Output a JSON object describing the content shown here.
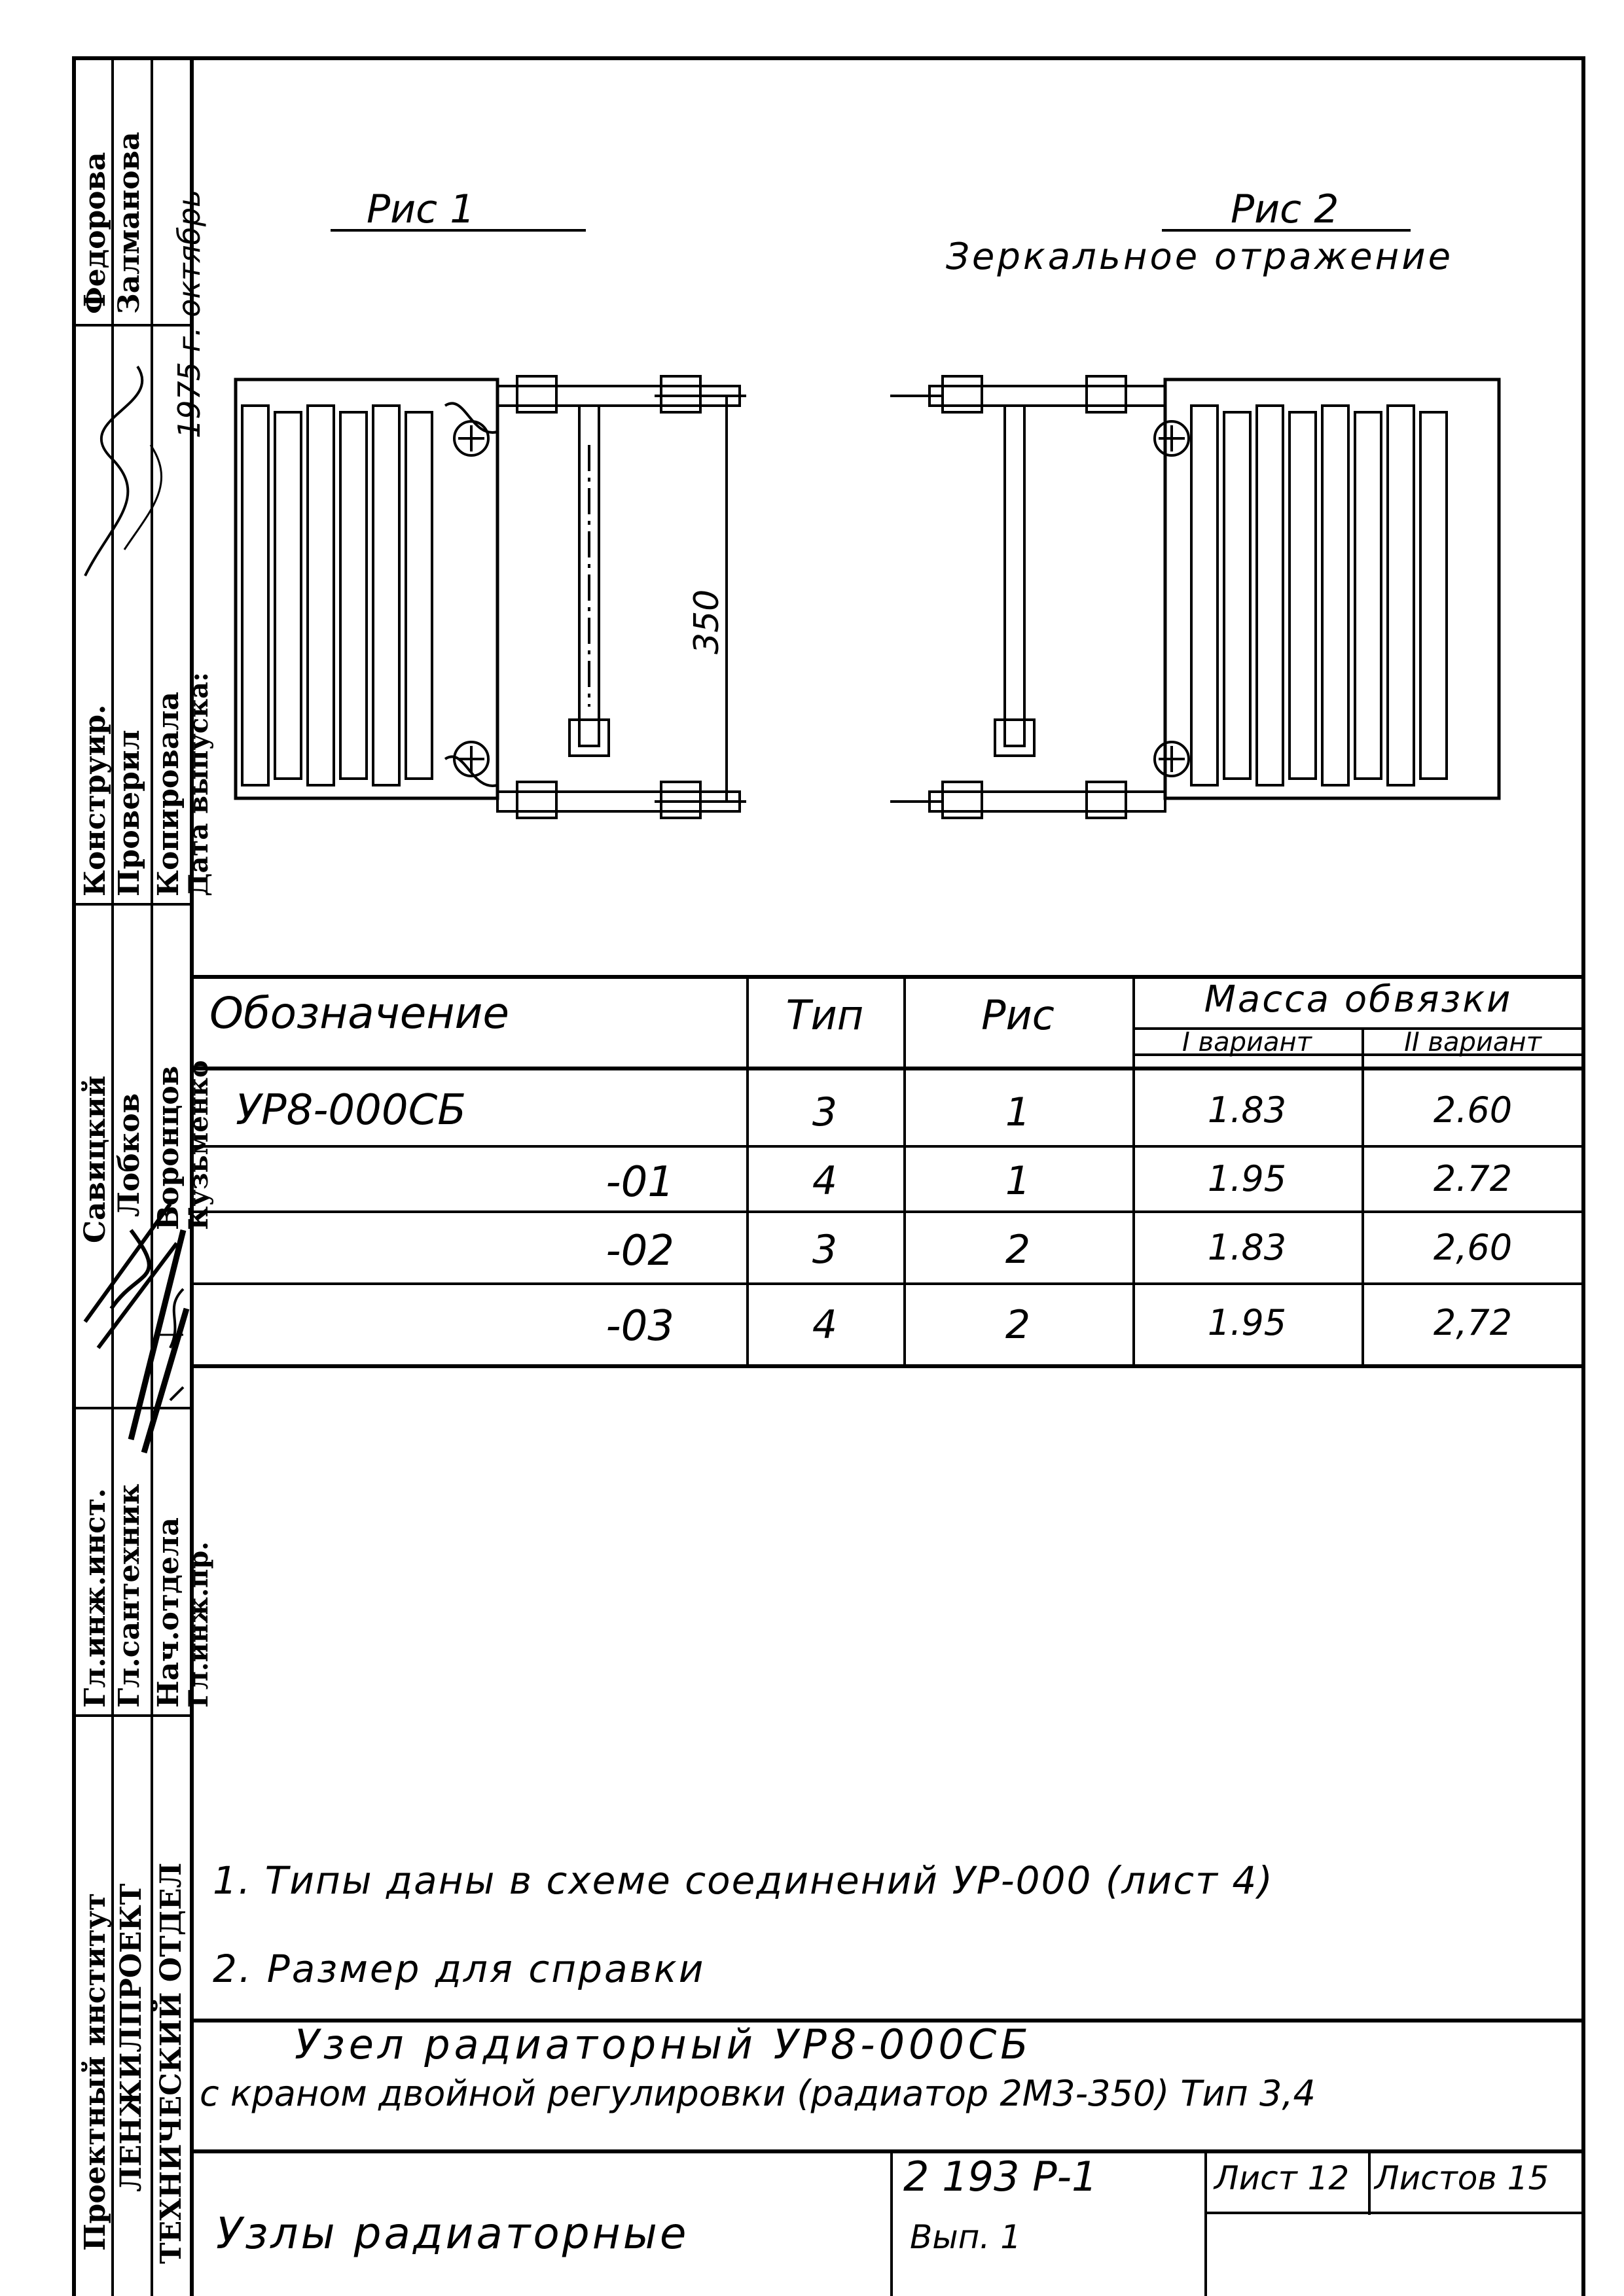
{
  "figures": {
    "fig1_title": "Рис 1",
    "fig2_title": "Рис 2",
    "fig2_subtitle": "Зеркальное отражение",
    "dimension": "350"
  },
  "table": {
    "headers": {
      "designation": "Обозначение",
      "type": "Тип",
      "figure": "Рис",
      "mass": "Масса обвязки",
      "variant1": "I вариант",
      "variant2": "II вариант"
    },
    "rows": [
      {
        "designation": "УР8-000СБ",
        "type": "3",
        "figure": "1",
        "v1": "1.83",
        "v2": "2.60"
      },
      {
        "designation": "-01",
        "type": "4",
        "figure": "1",
        "v1": "1.95",
        "v2": "2.72"
      },
      {
        "designation": "-02",
        "type": "3",
        "figure": "2",
        "v1": "1.83",
        "v2": "2,60"
      },
      {
        "designation": "-03",
        "type": "4",
        "figure": "2",
        "v1": "1.95",
        "v2": "2,72"
      }
    ]
  },
  "notes": [
    "1. Типы даны в схеме соединений УР-000 (лист 4)",
    "2. Размер для справки"
  ],
  "title_block": {
    "name_line1": "Узел радиаторный УР8-000СБ",
    "name_line2": "с краном двойной регулировки (радиатор 2М3-350) Тип 3,4",
    "series": "Узлы радиаторные",
    "doc_number": "2 193 Р-1",
    "issue": "Вып. 1",
    "sheet": "Лист 12",
    "sheets": "Листов 15"
  },
  "stamp": {
    "roles1": [
      "Конструир.",
      "Проверил",
      "Копировала",
      "Дата выпуска:"
    ],
    "issue_date": "1975 г. октябрь",
    "names1": [
      "Федорова",
      "Залманова"
    ],
    "roles2": [
      "Гл.инж.инст.",
      "Гл.сантехник",
      "Нач.отдела",
      "Гл.инж.пр."
    ],
    "names2": [
      "Савицкий",
      "Лобков",
      "Воронцов",
      "Кузьменко"
    ],
    "org_line1": "Проектный институт",
    "org_line2": "ЛЕНЖИЛПРОЕКТ",
    "org_line3": "ТЕХНИЧЕСКИЙ ОТДЕЛ"
  }
}
